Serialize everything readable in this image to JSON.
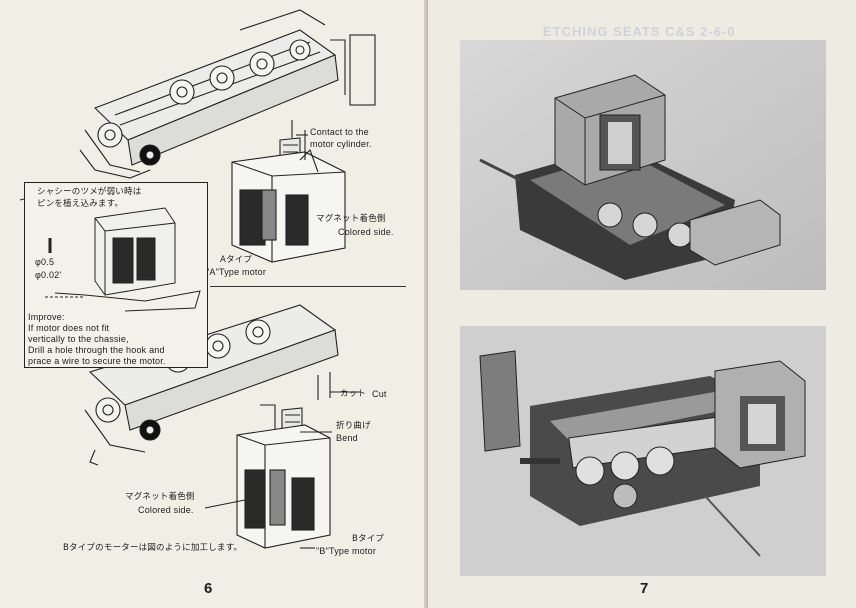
{
  "left_page": {
    "contact_note": [
      "Contact to the",
      "motor cylinder."
    ],
    "magnet_note_a": {
      "jp": "マグネット着色側",
      "en": "Colored side."
    },
    "type_a": {
      "jp": "Aタイプ",
      "en": "\"A\"Type motor"
    },
    "inset": {
      "jp_line1": "シャシーのツメが弱い時は",
      "jp_line2": "ピンを植え込みます。",
      "dim1": "φ0.5",
      "dim2": "φ0.02'",
      "improve_lines": [
        "Improve:",
        "If motor does not fit",
        "vertically to the chassie,",
        "Drill a hole through the hook and",
        "prace a wire to secure the motor."
      ]
    },
    "cut_label": {
      "jp": "カット",
      "en": "Cut"
    },
    "bend_label": {
      "jp": "折り曲げ",
      "en": "Bend"
    },
    "magnet_note_b": {
      "jp": "マグネット着色側",
      "en": "Colored side."
    },
    "type_b": {
      "jp": "Bタイプ",
      "en": "\"B\"Type motor"
    },
    "bottom_note": "Bタイプのモーターは図のように加工します。",
    "page_number": "6"
  },
  "right_page": {
    "faint_heading": "ETCHING SEATS C&S 2-6-0",
    "page_number": "7"
  }
}
